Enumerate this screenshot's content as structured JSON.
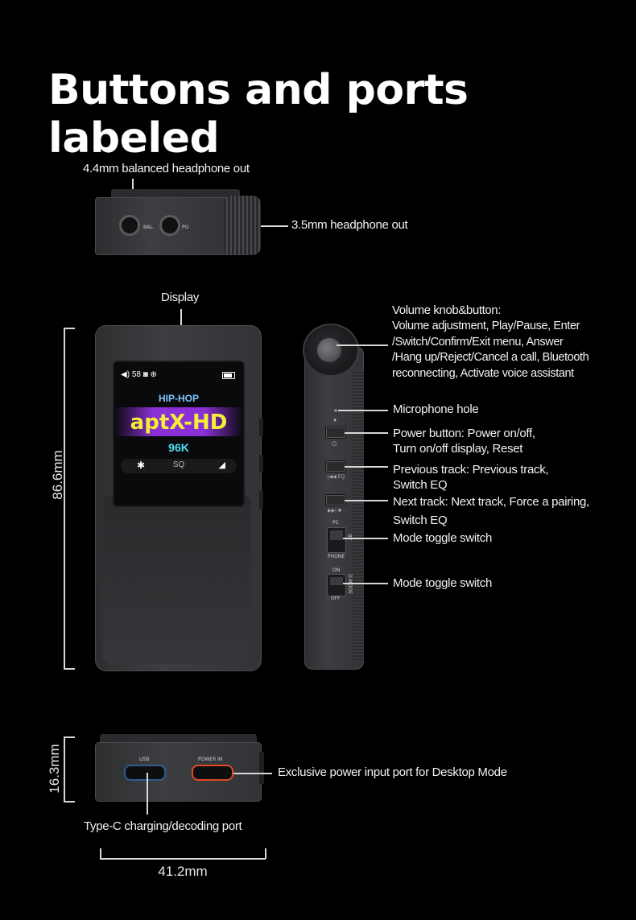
{
  "title": "Buttons and ports labeled",
  "top_view": {
    "label_balanced": "4.4mm balanced headphone out",
    "label_35": "3.5mm headphone out",
    "port_bal": "BAL.",
    "port_po": "PO"
  },
  "front_view": {
    "label_display": "Display",
    "dimension_height": "86.6mm",
    "screen": {
      "status_number": "58",
      "genre": "HIP-HOP",
      "codec": "aptX-HD",
      "rate": "96K",
      "mode": "SQ"
    }
  },
  "side_view": {
    "volume_title": "Volume knob&button:",
    "volume_lines": [
      "Volume adjustment, Play/Pause, Enter",
      "/Switch/Confirm/Exit menu, Answer",
      "/Hang up/Reject/Cancel a call, Bluetooth",
      "reconnecting, Activate voice assistant"
    ],
    "mic": "Microphone hole",
    "power_lines": [
      "Power button: Power on/off,",
      "Turn on/off display, Reset"
    ],
    "prev_lines": [
      "Previous track: Previous track,",
      "Switch EQ"
    ],
    "next_lines": [
      "Next track: Next track, Force a pairing,",
      "Switch EQ"
    ],
    "mode1": "Mode toggle switch",
    "mode2": "Mode toggle switch",
    "switch1_top": "PC",
    "switch1_bottom": "PHONE",
    "switch1_side": "BT",
    "switch2_top": "ON",
    "switch2_bottom": "OFF",
    "switch2_side": "D.MODE"
  },
  "bottom_view": {
    "dimension_thickness": "16.3mm",
    "dimension_width": "41.2mm",
    "port_usb": "USB",
    "port_power": "POWER IN",
    "label_power": "Exclusive power input port for Desktop Mode",
    "label_typec": "Type-C charging/decoding port"
  }
}
